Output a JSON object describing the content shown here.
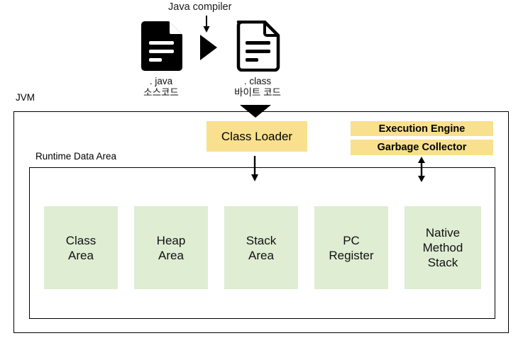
{
  "flow": {
    "compiler_label": "Java compiler",
    "source_file": {
      "name": ". java",
      "subtitle": "소스코드",
      "icon": "document-filled-icon"
    },
    "class_file": {
      "name": ". class",
      "subtitle": "바이트 코드",
      "icon": "document-outline-icon"
    },
    "arrow_down_icon": "arrow-down-icon",
    "triangle_right_icon": "triangle-right-icon"
  },
  "jvm": {
    "title": "JVM",
    "entry_arrowhead_icon": "triangle-down-arrowhead-icon",
    "components": [
      {
        "label": "Class Loader",
        "color": "#F8E08E"
      },
      {
        "label": "Execution Engine",
        "color": "#F8E08E"
      },
      {
        "label": "Garbage Collector",
        "color": "#F8E08E"
      }
    ],
    "loader_arrow_icon": "arrow-down-icon",
    "engine_arrow_icon": "arrow-up-down-icon",
    "runtime_data_area": {
      "title": "Runtime Data Area",
      "areas": [
        {
          "line1": "Class",
          "line2": "Area",
          "color": "#DFEDD3"
        },
        {
          "line1": "Heap",
          "line2": "Area",
          "color": "#DFEDD3"
        },
        {
          "line1": "Stack",
          "line2": "Area",
          "color": "#DFEDD3"
        },
        {
          "line1": "PC",
          "line2": "Register",
          "color": "#DFEDD3"
        },
        {
          "line1": "Native",
          "line2": "Method",
          "line3": "Stack",
          "color": "#DFEDD3"
        }
      ]
    }
  },
  "colors": {
    "yellow": "#F8E08E",
    "green": "#DFEDD3",
    "outline": "#000000"
  }
}
